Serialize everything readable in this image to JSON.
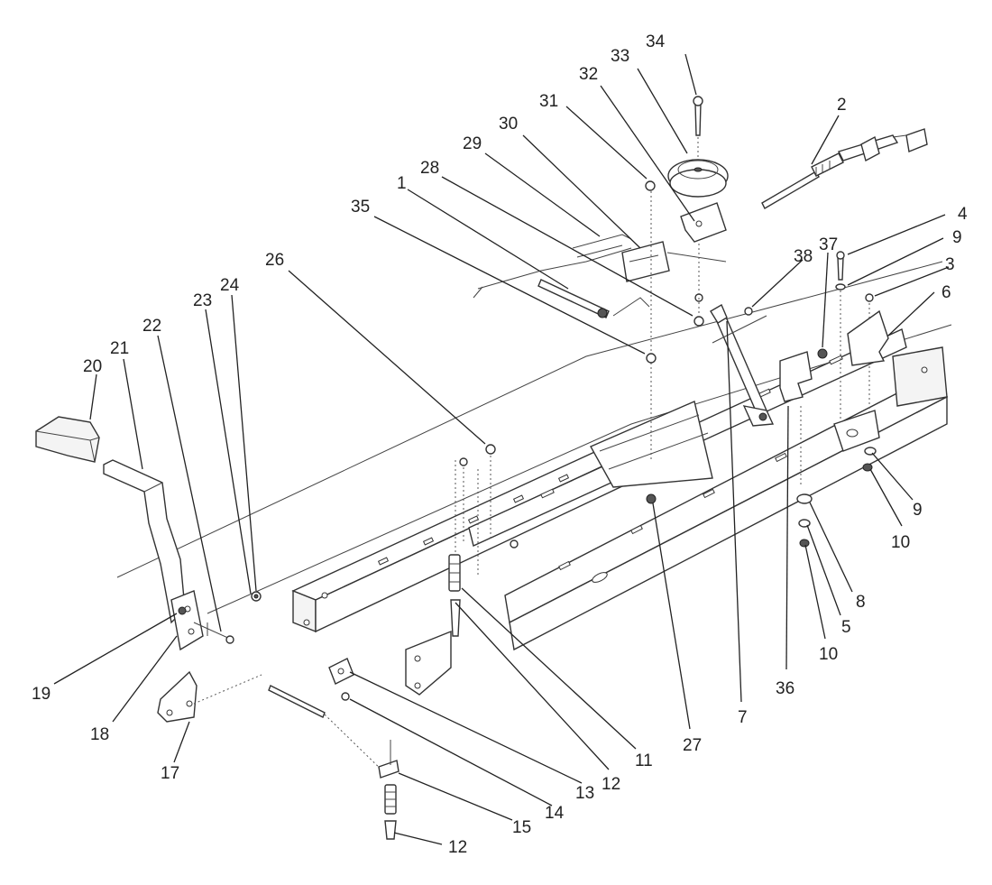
{
  "callouts": [
    {
      "id": "c34",
      "text": "34"
    },
    {
      "id": "c33",
      "text": "33"
    },
    {
      "id": "c32",
      "text": "32"
    },
    {
      "id": "c31",
      "text": "31"
    },
    {
      "id": "c30",
      "text": "30"
    },
    {
      "id": "c29",
      "text": "29"
    },
    {
      "id": "c28",
      "text": "28"
    },
    {
      "id": "c1",
      "text": "1"
    },
    {
      "id": "c35",
      "text": "35"
    },
    {
      "id": "c26",
      "text": "26"
    },
    {
      "id": "c24",
      "text": "24"
    },
    {
      "id": "c23",
      "text": "23"
    },
    {
      "id": "c22",
      "text": "22"
    },
    {
      "id": "c21",
      "text": "21"
    },
    {
      "id": "c20",
      "text": "20"
    },
    {
      "id": "c2",
      "text": "2"
    },
    {
      "id": "c4",
      "text": "4"
    },
    {
      "id": "c9a",
      "text": "9"
    },
    {
      "id": "c3",
      "text": "3"
    },
    {
      "id": "c6",
      "text": "6"
    },
    {
      "id": "c38",
      "text": "38"
    },
    {
      "id": "c37",
      "text": "37"
    },
    {
      "id": "c9b",
      "text": "9"
    },
    {
      "id": "c10a",
      "text": "10"
    },
    {
      "id": "c8",
      "text": "8"
    },
    {
      "id": "c5",
      "text": "5"
    },
    {
      "id": "c10b",
      "text": "10"
    },
    {
      "id": "c36",
      "text": "36"
    },
    {
      "id": "c7",
      "text": "7"
    },
    {
      "id": "c27",
      "text": "27"
    },
    {
      "id": "c11",
      "text": "11"
    },
    {
      "id": "c12a",
      "text": "12"
    },
    {
      "id": "c13",
      "text": "13"
    },
    {
      "id": "c14",
      "text": "14"
    },
    {
      "id": "c15",
      "text": "15"
    },
    {
      "id": "c12b",
      "text": "12"
    },
    {
      "id": "c17",
      "text": "17"
    },
    {
      "id": "c18",
      "text": "18"
    },
    {
      "id": "c19",
      "text": "19"
    }
  ]
}
